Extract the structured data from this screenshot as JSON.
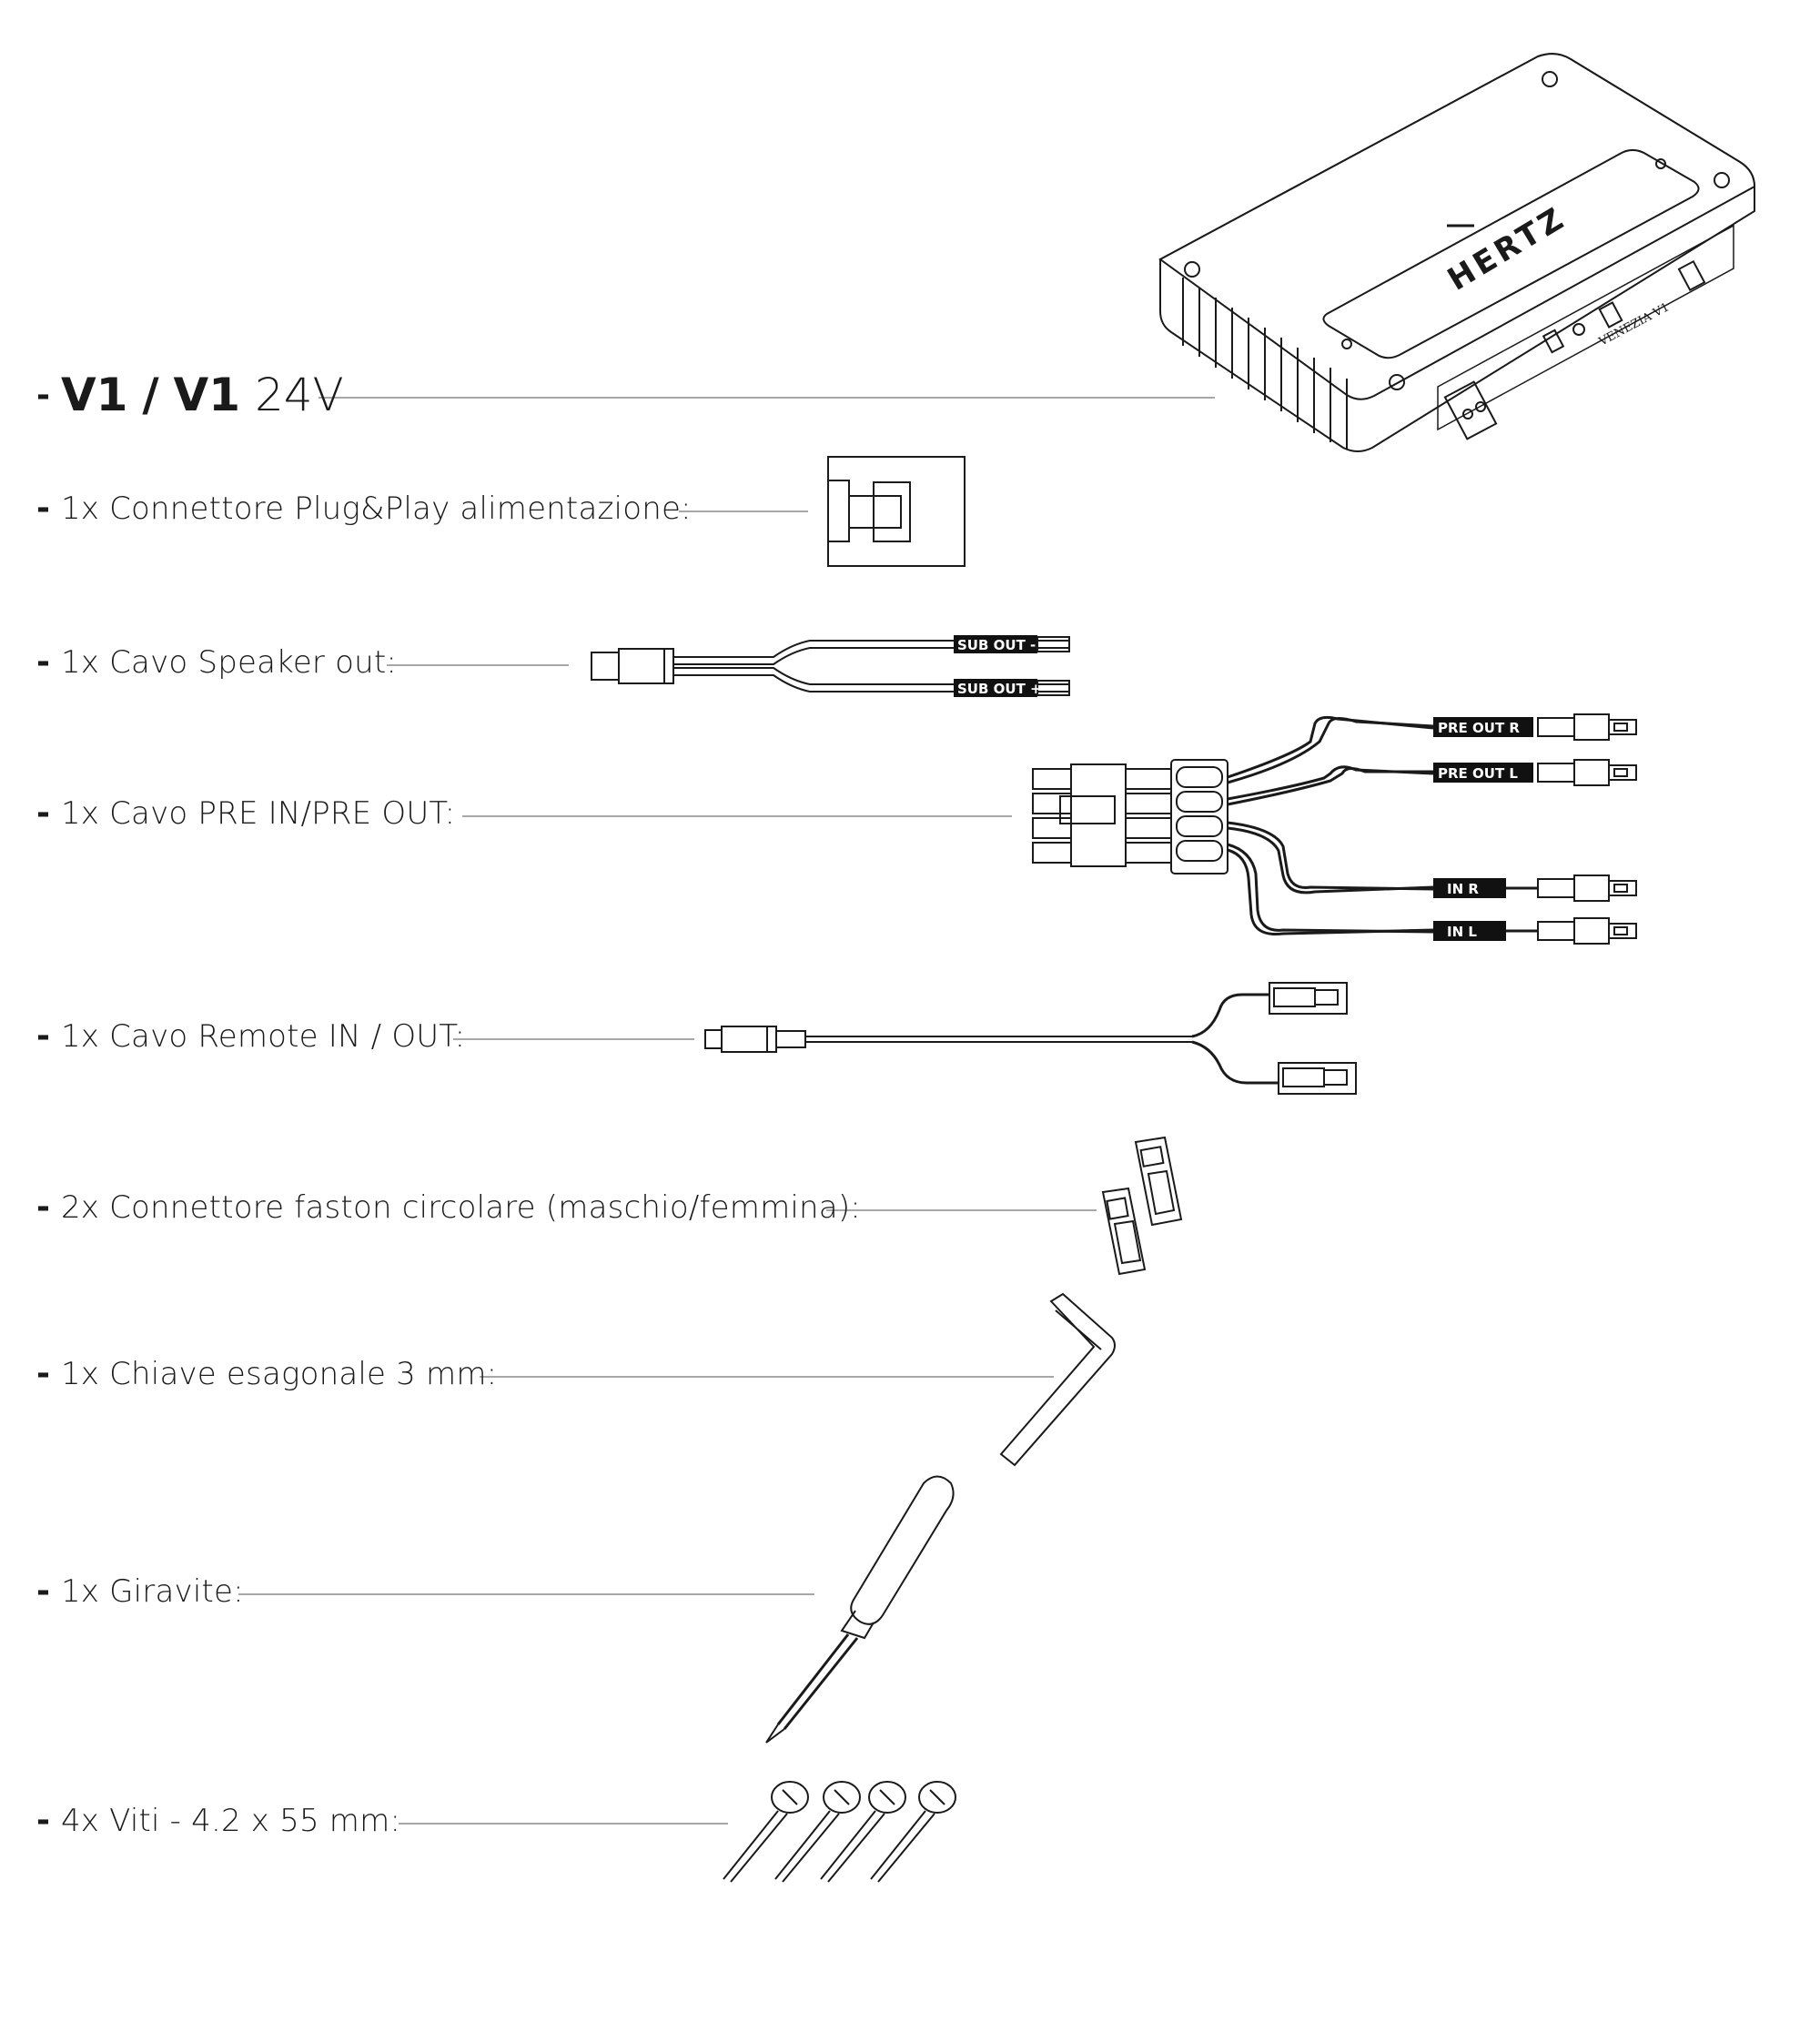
{
  "title": {
    "dash": "-",
    "model_a": "V1",
    "sep": "/",
    "model_b": "V1",
    "suffix": "24V"
  },
  "items": [
    {
      "dash": "-",
      "text": "1x Connettore Plug&Play alimentazione:"
    },
    {
      "dash": "-",
      "text": "1x Cavo Speaker out:"
    },
    {
      "dash": "-",
      "text": "1x Cavo PRE IN/PRE OUT:"
    },
    {
      "dash": "-",
      "text": "1x Cavo Remote IN / OUT:"
    },
    {
      "dash": "-",
      "text": "2x Connettore faston circolare (maschio/femmina):"
    },
    {
      "dash": "-",
      "text": "1x Chiave esagonale 3 mm:"
    },
    {
      "dash": "-",
      "text": "1x Giravite:"
    },
    {
      "dash": "-",
      "text": "4x Viti - 4.2 x 55 mm:"
    }
  ],
  "amplifier": {
    "brand": "HERTZ",
    "model": "VENEZIA V1"
  },
  "cable_labels": {
    "sub_out_minus": "SUB OUT -",
    "sub_out_plus": "SUB OUT +",
    "pre_out_r": "PRE OUT R",
    "pre_out_l": "PRE OUT L",
    "in_r": "IN R",
    "in_l": "IN L"
  }
}
